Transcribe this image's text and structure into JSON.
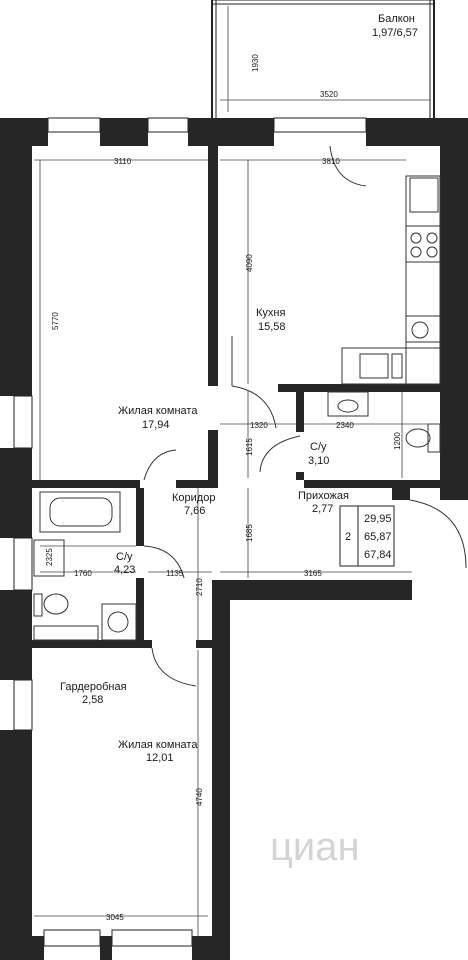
{
  "rooms": {
    "balcony": {
      "name": "Балкон",
      "area": "1,97/6,57"
    },
    "kitchen": {
      "name": "Кухня",
      "area": "15,58"
    },
    "living1": {
      "name": "Жилая комната",
      "area": "17,94"
    },
    "bath1": {
      "name": "С/у",
      "area": "3,10"
    },
    "corridor": {
      "name": "Коридор",
      "area": "7,66"
    },
    "hall": {
      "name": "Прихожая",
      "area": "2,77"
    },
    "bath2": {
      "name": "С/у",
      "area": "4,23"
    },
    "wardrobe": {
      "name": "Гардеробная",
      "area": "2,58"
    },
    "living2": {
      "name": "Жилая комната",
      "area": "12,01"
    }
  },
  "dimensions": {
    "balcony_height": "1930",
    "balcony_width": "3520",
    "living1_width": "3110",
    "kitchen_width": "3810",
    "living1_height": "5770",
    "kitchen_height": "4090",
    "corridor_width_1": "1320",
    "bath1_width": "2340",
    "corridor_height_1": "1615",
    "bath1_depth": "1200",
    "corridor_height_2": "1685",
    "bath2_height": "2325",
    "bath2_width": "1760",
    "corridor_width_2": "1135",
    "corridor_height_3": "2710",
    "hall_width": "3165",
    "living2_height": "4740",
    "living2_width": "3045"
  },
  "summary": {
    "rooms_count": "2",
    "living_area": "29,95",
    "total_area": "65,87",
    "total_with_balcony": "67,84"
  },
  "watermark": "циан"
}
